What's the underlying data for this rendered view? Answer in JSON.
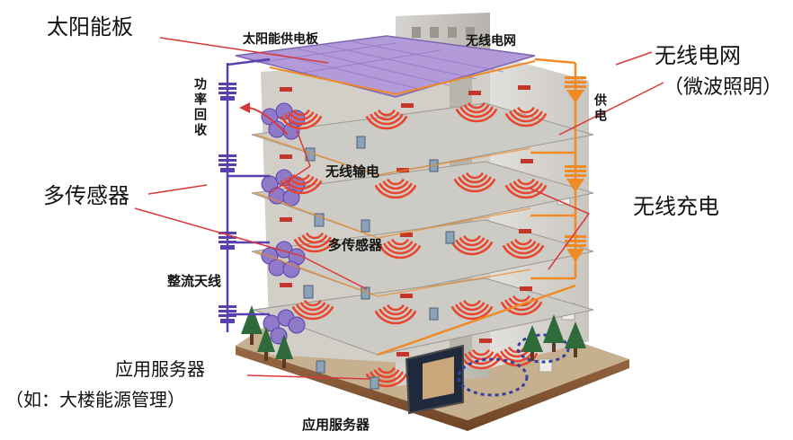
{
  "labels": {
    "solar_panel_outer": "太阳能板",
    "solar_supply_board": "太阳能供电板",
    "wireless_grid_inner": "无线电网",
    "wireless_grid_outer": "无线电网",
    "microwave_lighting": "（微波照明）",
    "power_return": "功率回收",
    "power_supply": "供电",
    "wireless_transmission": "无线输电",
    "multi_sensor_outer": "多传感器",
    "multi_sensor_inner": "多传感器",
    "wireless_charging": "无线充电",
    "rectenna": "整流天线",
    "app_server_outer": "应用服务器",
    "app_server_note": "（如：大楼能源管理）",
    "app_server_inner": "应用服务器"
  },
  "colors": {
    "wave": "#e8452c",
    "left_chain": "#5a3fb0",
    "right_chain": "#f08a24",
    "roof": "#b39ad8",
    "pointer": "#d9383b"
  }
}
